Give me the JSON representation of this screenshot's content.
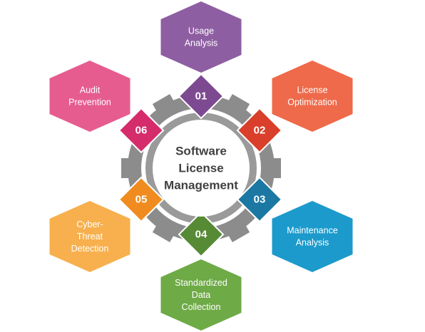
{
  "center": {
    "lines": [
      "Software",
      "License",
      "Management"
    ]
  },
  "steps": [
    {
      "number": "01",
      "label_lines": [
        "Usage",
        "Analysis"
      ],
      "color": "#8E5EA2",
      "badge_color": "#7D4A92"
    },
    {
      "number": "02",
      "label_lines": [
        "License",
        "Optimization"
      ],
      "color": "#EE6A4A",
      "badge_color": "#D93F2A"
    },
    {
      "number": "03",
      "label_lines": [
        "Maintenance",
        "Analysis"
      ],
      "color": "#1C9ACB",
      "badge_color": "#1B78A3"
    },
    {
      "number": "04",
      "label_lines": [
        "Standardized",
        "Data",
        "Collection"
      ],
      "color": "#6EAA46",
      "badge_color": "#568A35"
    },
    {
      "number": "05",
      "label_lines": [
        "Cyber-",
        "Threat",
        "Detection"
      ],
      "color": "#F7B04D",
      "badge_color": "#F08C1F"
    },
    {
      "number": "06",
      "label_lines": [
        "Audit",
        "Prevention"
      ],
      "color": "#E65C8F",
      "badge_color": "#D52C6C"
    }
  ],
  "ring_color": "#8C8C8C"
}
